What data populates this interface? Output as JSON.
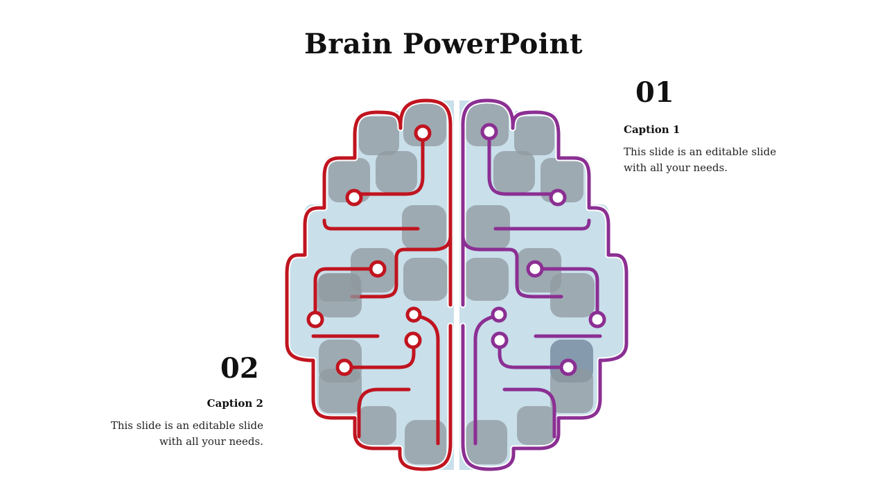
{
  "slide": {
    "title": "Brain PowerPoint"
  },
  "items": [
    {
      "number": "01",
      "caption": "Caption 1",
      "text": "This slide is an editable slide with all your needs."
    },
    {
      "number": "02",
      "caption": "Caption 2",
      "text": "This slide is an editable slide with all your needs."
    }
  ],
  "colors": {
    "left_hemisphere": "#c0141f",
    "right_hemisphere": "#8b2f93",
    "fill": "#c9dfea",
    "tile": "#9aa3aa"
  },
  "icons": [
    "brain-illustration"
  ]
}
